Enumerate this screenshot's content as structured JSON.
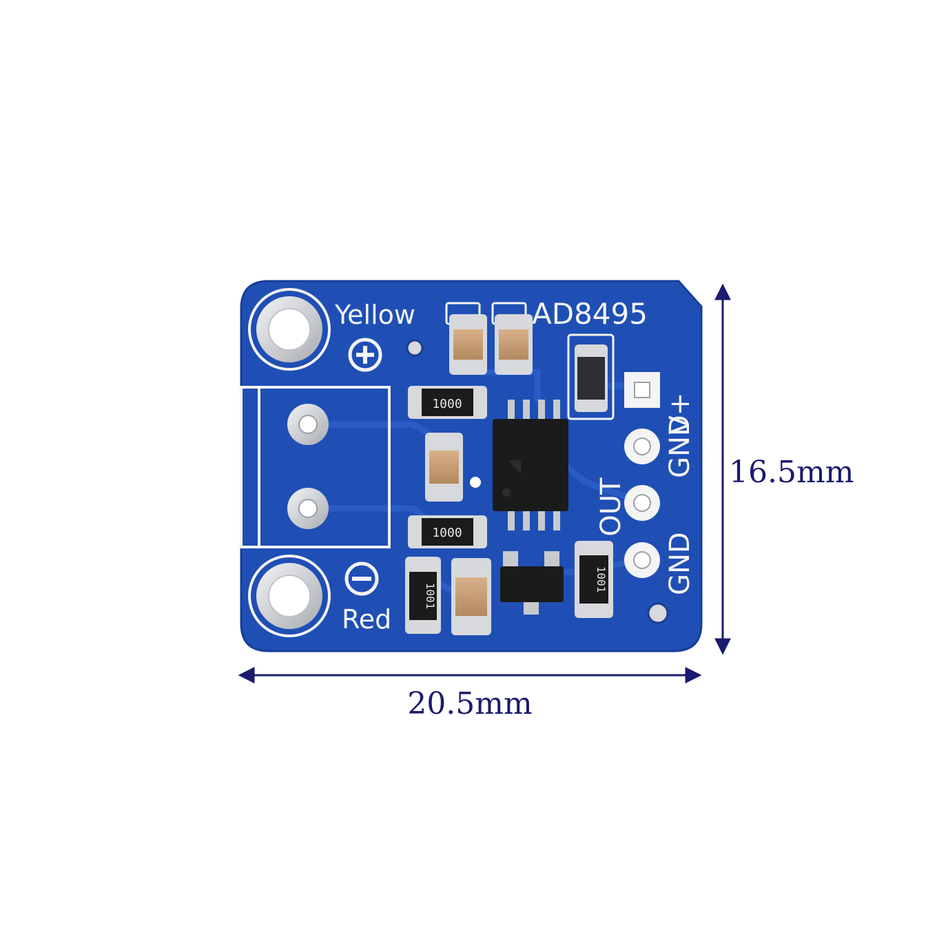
{
  "board": {
    "chip_label": "AD8495",
    "thermocouple_positive_label": "Yellow",
    "thermocouple_negative_label": "Red",
    "pins": [
      "V+",
      "GND",
      "OUT",
      "GND"
    ],
    "resistor_markings": [
      "1000",
      "1000",
      "1001",
      "1001"
    ],
    "colors": {
      "pcb": "#1f4fb5",
      "pcb_dark": "#173f96",
      "silkscreen": "#f4f4f4",
      "pad": "#d7d9dc",
      "capacitor": "#c9a07a",
      "chip": "#1b1b1b",
      "dimension": "#1a1a6e"
    }
  },
  "dimensions": {
    "width_label": "20.5mm",
    "height_label": "16.5mm"
  }
}
